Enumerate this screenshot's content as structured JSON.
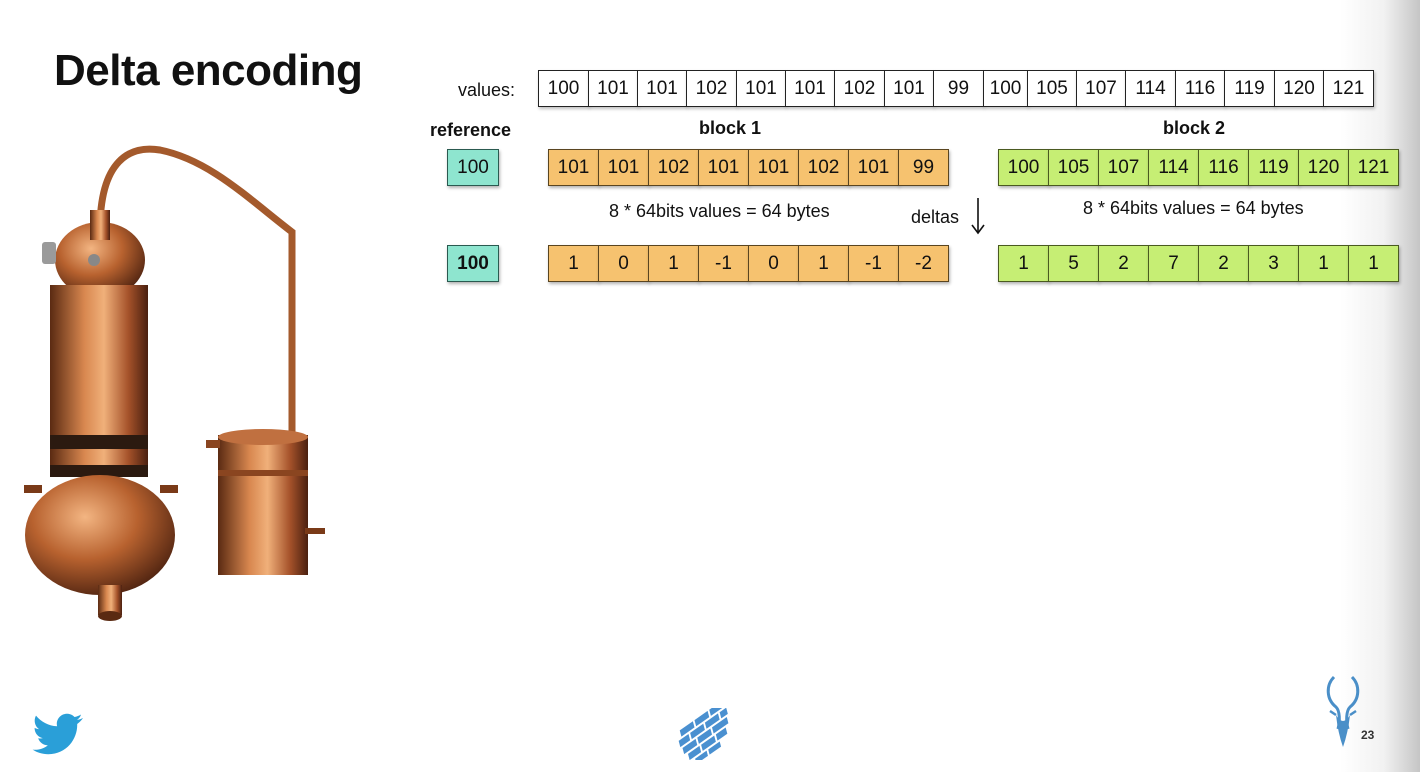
{
  "title": "Delta encoding",
  "values_label": "values:",
  "values": [
    "100",
    "101",
    "101",
    "102",
    "101",
    "101",
    "102",
    "101",
    "99",
    "100",
    "105",
    "107",
    "114",
    "116",
    "119",
    "120",
    "121"
  ],
  "reference_label": "reference",
  "block1": {
    "label": "block 1",
    "reference": "100",
    "values": [
      "101",
      "101",
      "102",
      "101",
      "101",
      "102",
      "101",
      "99"
    ],
    "size_note": "8 * 64bits values = 64 bytes",
    "deltas": [
      "1",
      "0",
      "1",
      "-1",
      "0",
      "1",
      "-1",
      "-2"
    ]
  },
  "block2": {
    "label": "block 2",
    "values": [
      "100",
      "105",
      "107",
      "114",
      "116",
      "119",
      "120",
      "121"
    ],
    "size_note": "8 * 64bits values = 64 bytes",
    "deltas": [
      "1",
      "5",
      "2",
      "7",
      "2",
      "3",
      "1",
      "1"
    ]
  },
  "deltas_label": "deltas",
  "delta_reference": "100",
  "page_number": "23",
  "icons": {
    "twitter": "twitter-bird-icon",
    "center_logo": "brick-logo-icon",
    "right_logo": "antelope-logo-icon"
  },
  "colors": {
    "reference": "#8ee5cf",
    "block1": "#f6c26f",
    "block2": "#c6ee74",
    "twitter": "#2a9fd8",
    "center_logo": "#4a90d0"
  }
}
